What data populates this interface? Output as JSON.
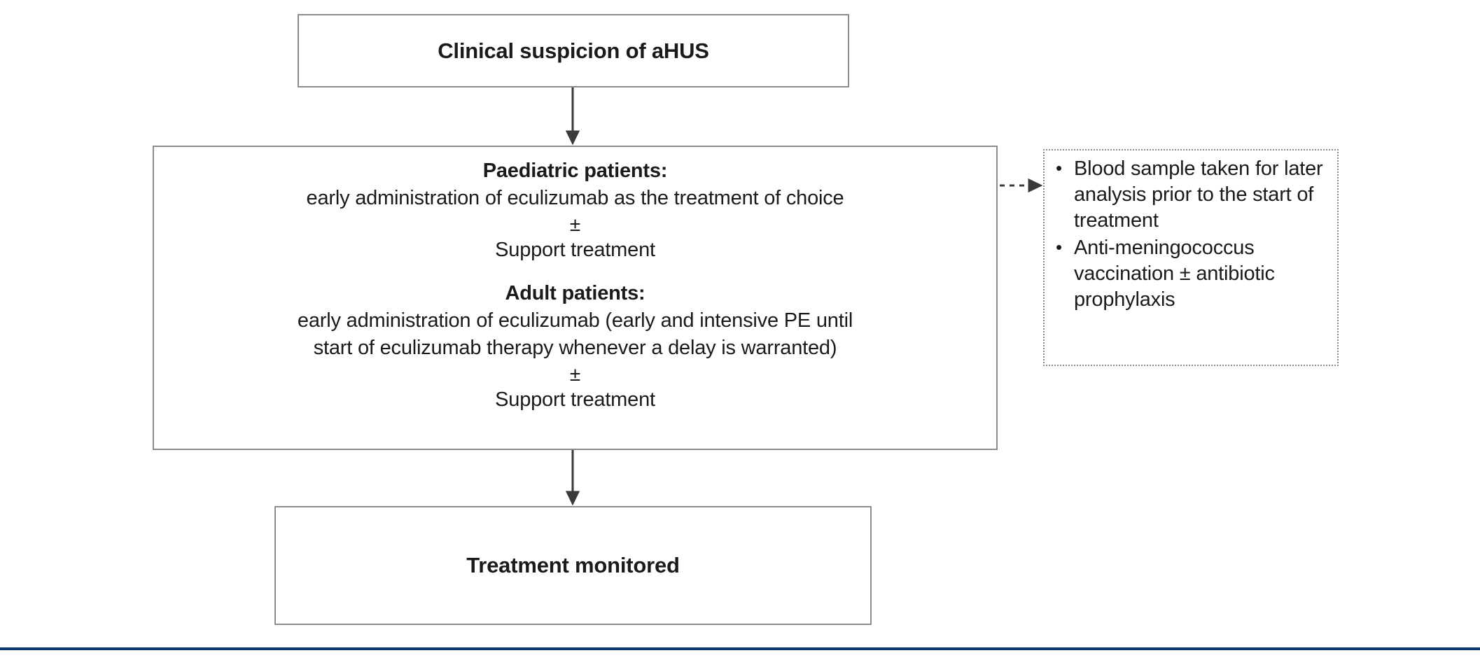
{
  "diagram": {
    "title": "aHUS treatment algorithm flowchart",
    "nodes": {
      "suspicion": {
        "label": "Clinical suspicion of aHUS"
      },
      "treatment": {
        "paediatric": {
          "heading": "Paediatric patients:",
          "line1": "early administration of eculizumab as the treatment of choice",
          "plusminus": "±",
          "line2": "Support treatment"
        },
        "adult": {
          "heading": "Adult patients:",
          "line1": "early administration of eculizumab (early and intensive PE until",
          "line2": "start of eculizumab therapy whenever a delay is warranted)",
          "plusminus": "±",
          "line3": "Support treatment"
        }
      },
      "monitor": {
        "label": "Treatment monitored"
      },
      "note": {
        "bullet_glyph": "•",
        "items": [
          "Blood sample taken for later analysis prior to the start of treatment",
          "Anti-meningococcus vaccination ± antibiotic prophylaxis"
        ]
      }
    },
    "connectors": [
      {
        "name": "suspicion-to-treatment",
        "style": "solid-arrow",
        "from": "suspicion",
        "to": "treatment"
      },
      {
        "name": "treatment-to-monitor",
        "style": "solid-arrow",
        "from": "treatment",
        "to": "monitor"
      },
      {
        "name": "treatment-to-note",
        "style": "dashed-arrow",
        "from": "treatment",
        "to": "note"
      }
    ],
    "colors": {
      "box_border": "#8c8c8c",
      "text": "#1a1a1a",
      "connector": "#3a3a3a",
      "footer_rule": "#0b3a72",
      "background": "#ffffff"
    }
  }
}
